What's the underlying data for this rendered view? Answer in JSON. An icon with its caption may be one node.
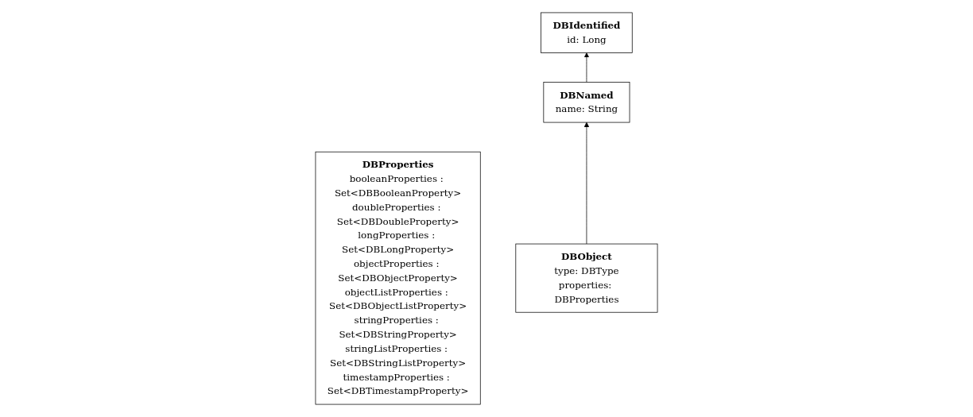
{
  "diagram": {
    "nodes": [
      {
        "text": [
          "DBIdentified",
          "id: Long"
        ]
      },
      {
        "text": [
          "DBProperties",
          "booleanProperties : Set<DBBooleanProperty>",
          "doubleProperties : Set<DBDoubleProperty>",
          "longProperties : Set<DBLongProperty>",
          "objectProperties : Set<DBObjectProperty>",
          "objectListProperties : Set<DBObjectListProperty>",
          "stringProperties : Set<DBStringProperty>",
          "stringListProperties : Set<DBStringListProperty>",
          "timestampProperties : Set<DBTimestampProperty>"
        ]
      },
      {
        "text": [
          "DBNamed",
          "name: String"
        ]
      },
      {
        "text": [
          "DBObject",
          "type: DBType",
          "properties: DBProperties"
        ]
      }
    ],
    "edges": [
      {
        "from": 2,
        "to": 0,
        "arrow": "to"
      },
      {
        "from": 3,
        "to": 2,
        "arrow": "to"
      }
    ]
  }
}
